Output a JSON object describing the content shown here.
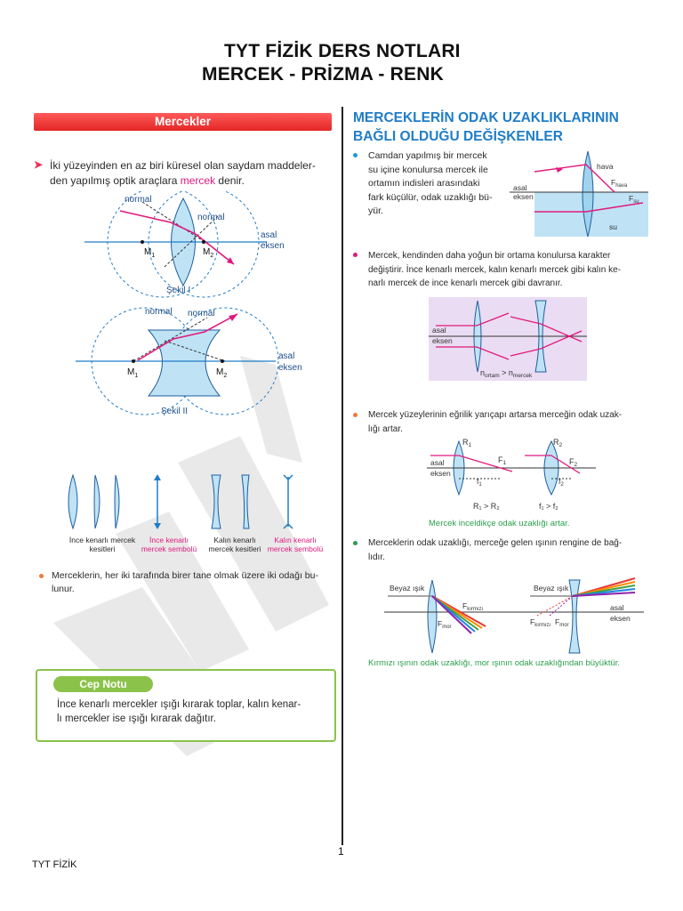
{
  "header": {
    "title_line1": "TYT FİZİK DERS NOTLARI",
    "title_line2": "MERCEK - PRİZMA - RENK"
  },
  "left": {
    "banner": "Mercekler",
    "intro_a": "İki yüzeyinden en az biri küresel olan saydam maddeler-",
    "intro_b": "den yapılmış optik araçlara ",
    "intro_hl": "mercek",
    "intro_c": " denir.",
    "fig1": {
      "normal1": "normal",
      "normal2": "normal",
      "axis1": "asal",
      "axis2": "eksen",
      "m1": "M",
      "m1_sub": "1",
      "m2": "M",
      "m2_sub": "2",
      "caption": "Şekil I"
    },
    "fig2": {
      "normal1": "normal",
      "normal2": "normal",
      "axis1": "asal",
      "axis2": "eksen",
      "m1": "M",
      "m1_sub": "1",
      "m2": "M",
      "m2_sub": "2",
      "caption": "Şekil II"
    },
    "lens_labels": {
      "thin_sections_1": "İnce kenarlı mercek",
      "thin_sections_2": "kesitleri",
      "thin_symbol_1": "İnce kenarlı",
      "thin_symbol_2": "mercek sembolü",
      "thick_sections_1": "Kalın kenarlı",
      "thick_sections_2": "mercek kesitleri",
      "thick_symbol_1": "Kalın kenarlı",
      "thick_symbol_2": "mercek sembolü"
    },
    "focus_note_1": "Merceklerin, her iki tarafında birer tane olmak üzere iki odağı bu-",
    "focus_note_2": "lunur.",
    "cep_title": "Cep Notu",
    "cep_text_1": "İnce kenarlı mercekler ışığı kırarak toplar, kalın kenar-",
    "cep_text_2": "lı mercekler ise ışığı kırarak dağıtır."
  },
  "right": {
    "heading_1": "MERCEKLERİN ODAK UZAKLIKLARININ",
    "heading_2": "BAĞLI OLDUĞU DEĞİŞKENLER",
    "p1_1": "Camdan yapılmış bir mercek",
    "p1_2": "su içine konulursa mercek ile",
    "p1_3": "ortamın indisleri arasındaki",
    "p1_4": "fark küçülür, odak uzaklığı bü-",
    "p1_5": "yür.",
    "fig_a": {
      "hava": "hava",
      "su": "su",
      "axis1": "asal",
      "axis2": "eksen",
      "f_hava": "F",
      "f_hava_sub": "hava",
      "f_su": "F",
      "f_su_sub": "su"
    },
    "p2_1": "Mercek, kendinden daha yoğun bir ortama konulursa karakter",
    "p2_2": "değiştirir. İnce kenarlı mercek, kalın kenarlı mercek gibi kalın ke-",
    "p2_3": "narlı mercek de ince kenarlı mercek gibi davranır.",
    "fig_b": {
      "axis1": "asal",
      "axis2": "eksen",
      "cond": "n",
      "cond_sub1": "ortam",
      "cond_mid": " > n",
      "cond_sub2": "mercek"
    },
    "p3_1": "Mercek yüzeylerinin eğrilik yarıçapı artarsa merceğin odak uzak-",
    "p3_2": "lığı artar.",
    "fig_c": {
      "axis1": "asal",
      "axis2": "eksen",
      "r1": "R",
      "r1_sub": "1",
      "r2": "R",
      "r2_sub": "2",
      "f1": "F",
      "f1_sub": "1",
      "f2": "F",
      "f2_sub": "2",
      "d1": "f",
      "d1_sub": "1",
      "d2": "f",
      "d2_sub": "2",
      "cond1": "R₁ > R₂",
      "cond2": "f₁ > f₂"
    },
    "cap_c": "Mercek inceldikçe odak uzaklığı artar.",
    "p4_1": "Merceklerin odak uzaklığı, merceğe gelen ışının rengine de bağ-",
    "p4_2": "lıdır.",
    "fig_d": {
      "white1": "Beyaz ışık",
      "white2": "Beyaz ışık",
      "axis1": "asal",
      "axis2": "eksen",
      "fk": "F",
      "fk_sub": "kırmızı",
      "fm": "F",
      "fm_sub": "mor",
      "fk2": "F",
      "fk2_sub": "kırmızı",
      "fm2": "F",
      "fm2_sub": "mor"
    },
    "cap_d": "Kırmızı ışının odak uzaklığı, mor ışının odak uzaklığından büyüktür."
  },
  "footer": {
    "page_number": "1",
    "label": "TYT FİZİK"
  },
  "colors": {
    "accent_blue": "#1f7dc8",
    "banner_red": "#e32626",
    "highlight_pink": "#e0197d",
    "green": "#8bc34a",
    "lens_fill": "#bfe3f5",
    "ray": "#e0197d"
  }
}
